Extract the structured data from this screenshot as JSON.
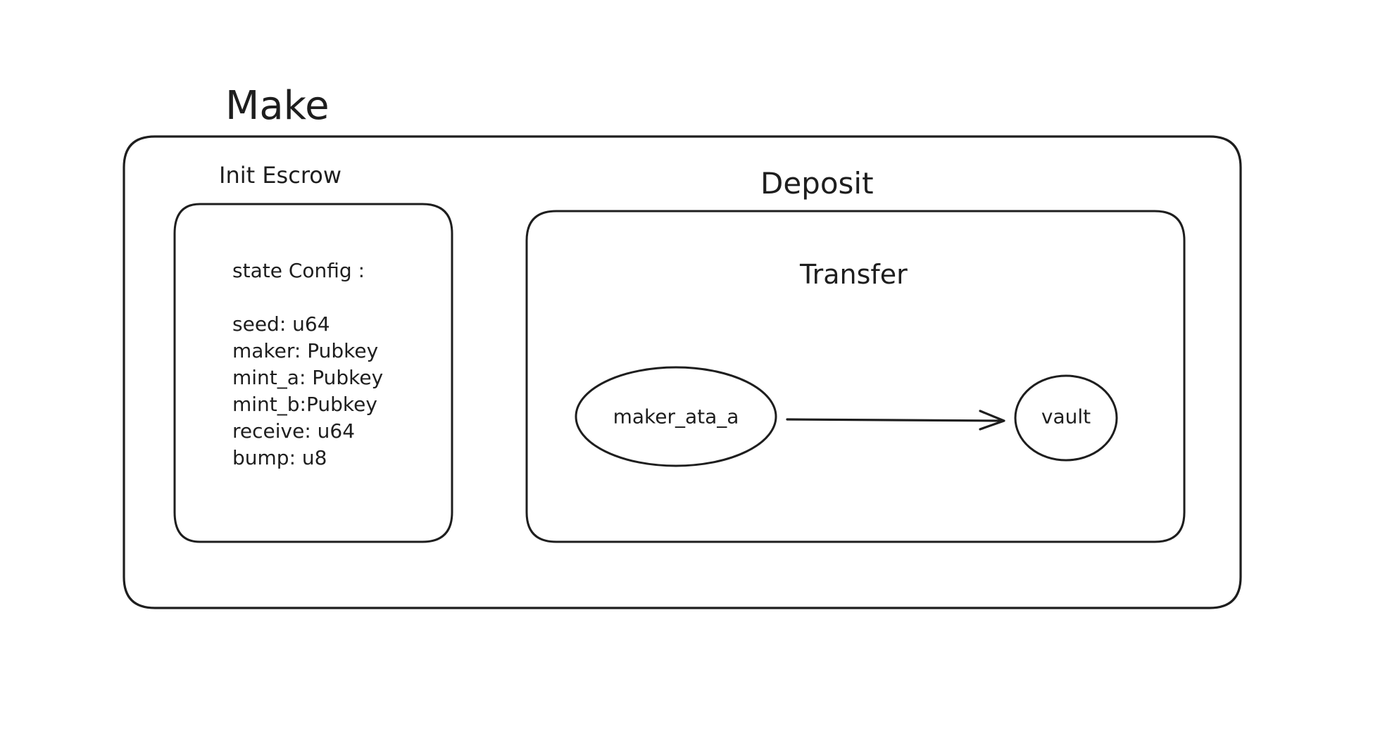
{
  "diagram": {
    "title": "Make",
    "init_escrow": {
      "title": "Init Escrow",
      "heading": "state Config :",
      "fields": [
        "seed: u64",
        "maker: Pubkey",
        "mint_a: Pubkey",
        "mint_b:Pubkey",
        "receive: u64",
        "bump: u8"
      ]
    },
    "deposit": {
      "title": "Deposit",
      "transfer": {
        "title": "Transfer",
        "source": "maker_ata_a",
        "target": "vault"
      }
    }
  },
  "colors": {
    "stroke": "#1e1e1e",
    "background": "#ffffff"
  }
}
